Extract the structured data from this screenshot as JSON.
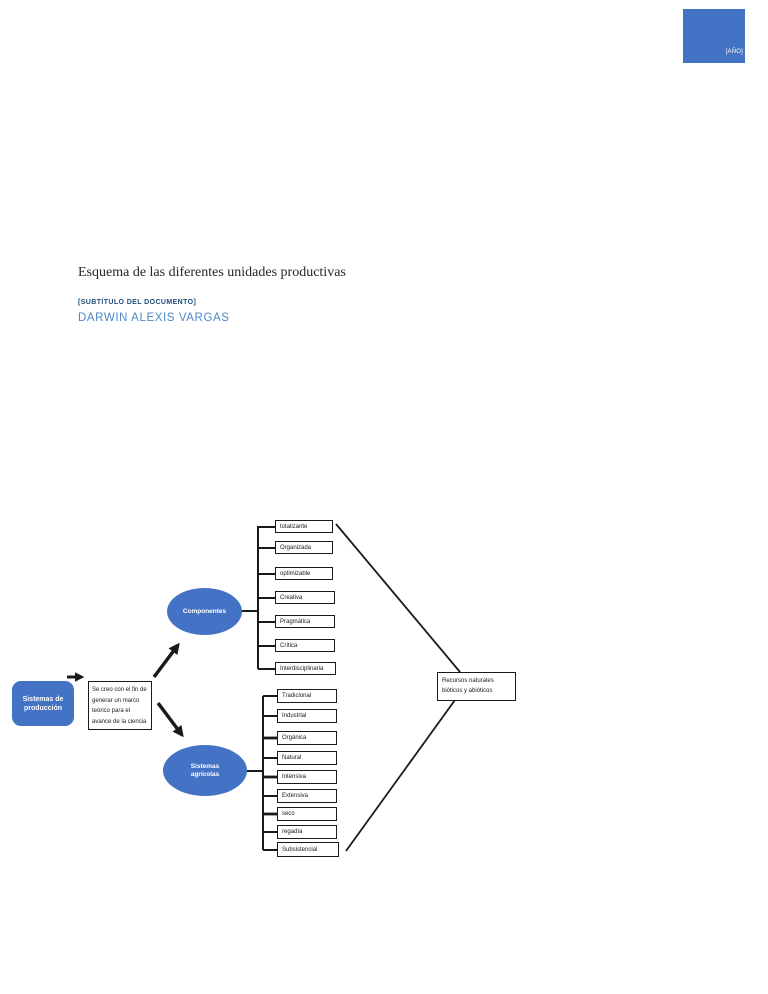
{
  "page": {
    "year_badge": "[AÑO]",
    "title": "Esquema de las diferentes unidades productivas",
    "subtitle": "[SUBTÍTULO DEL DOCUMENTO]",
    "author": "DARWIN ALEXIS VARGAS"
  },
  "colors": {
    "accent_blue": "#4472C4",
    "subtitle_blue": "#1F4E79",
    "author_blue": "#4E87C6",
    "connector_black": "#1a1a1a"
  },
  "diagram": {
    "root": {
      "line1": "Sistemas de",
      "line2": "producción"
    },
    "description": "Se creo con el fin de generar un marco teórico para el avance de la ciencia",
    "branches": [
      {
        "label": "Componentes",
        "items": [
          "totalizante",
          "Organizada",
          "optimizable",
          "Creativa",
          "Pragmática",
          "Crítica",
          "Interdisciplinaria"
        ]
      },
      {
        "label": "Sistemas agrícolas",
        "items": [
          "Tradicional",
          "Industrial",
          "Orgánica",
          "Natural",
          "Intensiva",
          "Extensiva",
          "seco",
          "regadía",
          "Subsistencial"
        ]
      }
    ],
    "result": "Recursos naturales bióticos y abióticos"
  }
}
